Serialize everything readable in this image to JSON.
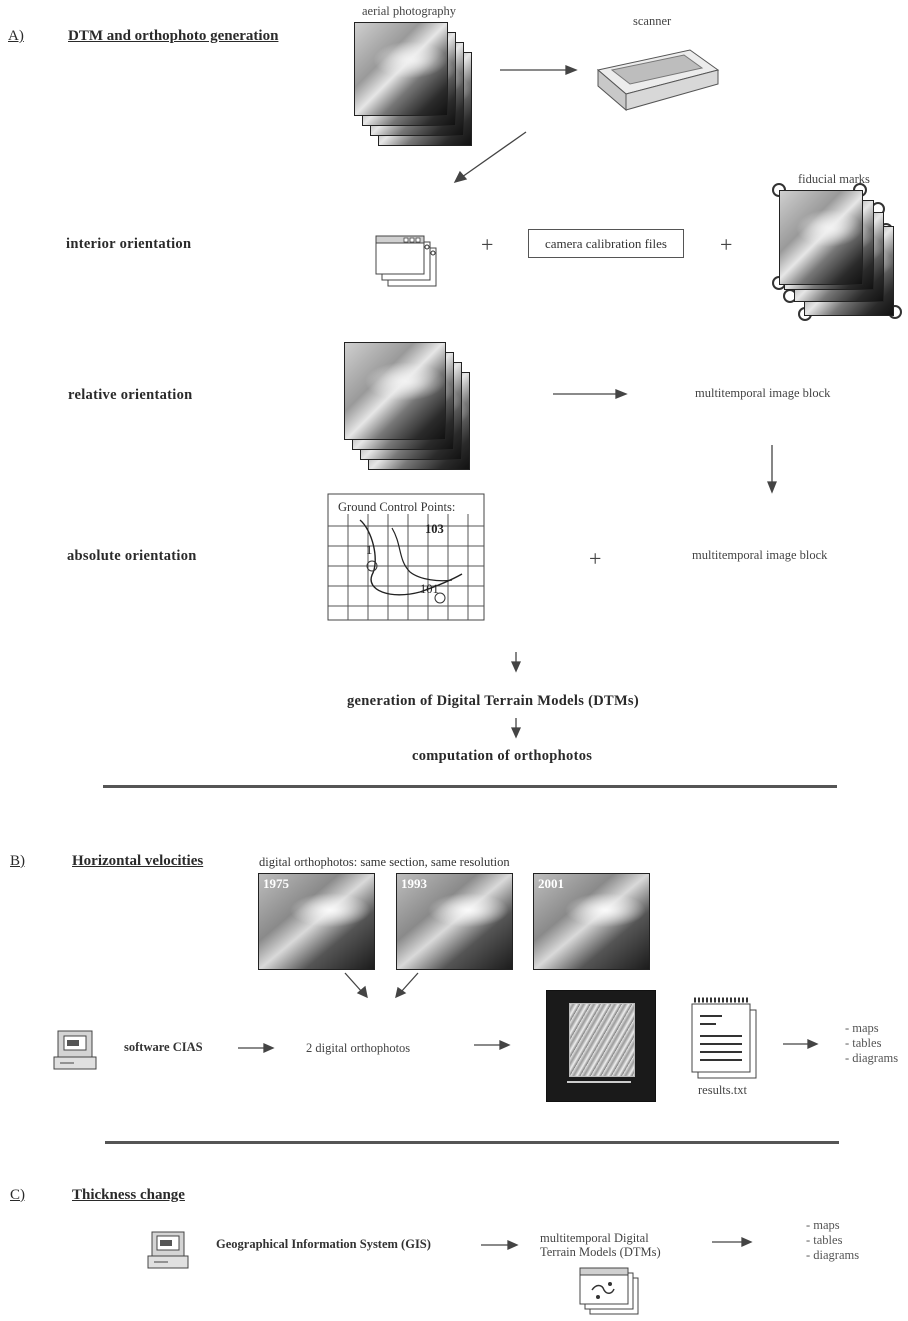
{
  "section_a": {
    "letter": "A)",
    "title": "DTM and orthophoto generation",
    "aerial_label": "aerial photography",
    "scanner_label": "scanner",
    "fiducial_label": "fiducial marks",
    "interior": "interior orientation",
    "camera_files": "camera calibration files",
    "relative": "relative orientation",
    "block_1": "multitemporal image block",
    "absolute": "absolute orientation",
    "gcp_title": "Ground Control Points:",
    "gcp_103": "103",
    "gcp_1": "1",
    "gcp_101": "101",
    "block_2": "multitemporal image block",
    "dtm": "generation of Digital Terrain Models (DTMs)",
    "ortho": "computation of orthophotos"
  },
  "section_b": {
    "letter": "B)",
    "title": "Horizontal velocities",
    "ortho_caption": "digital orthophotos: same section, same resolution",
    "years": [
      "1975",
      "1993",
      "2001"
    ],
    "software": "software CIAS",
    "two_ortho": "2 digital orthophotos",
    "results": "results.txt",
    "outputs": [
      "- maps",
      "- tables",
      "- diagrams"
    ]
  },
  "section_c": {
    "letter": "C)",
    "title": "Thickness change",
    "gis": "Geographical Information System (GIS)",
    "dtm_line1": "multitemporal Digital",
    "dtm_line2": "Terrain Models (DTMs)",
    "outputs": [
      "- maps",
      "- tables",
      "- diagrams"
    ]
  }
}
